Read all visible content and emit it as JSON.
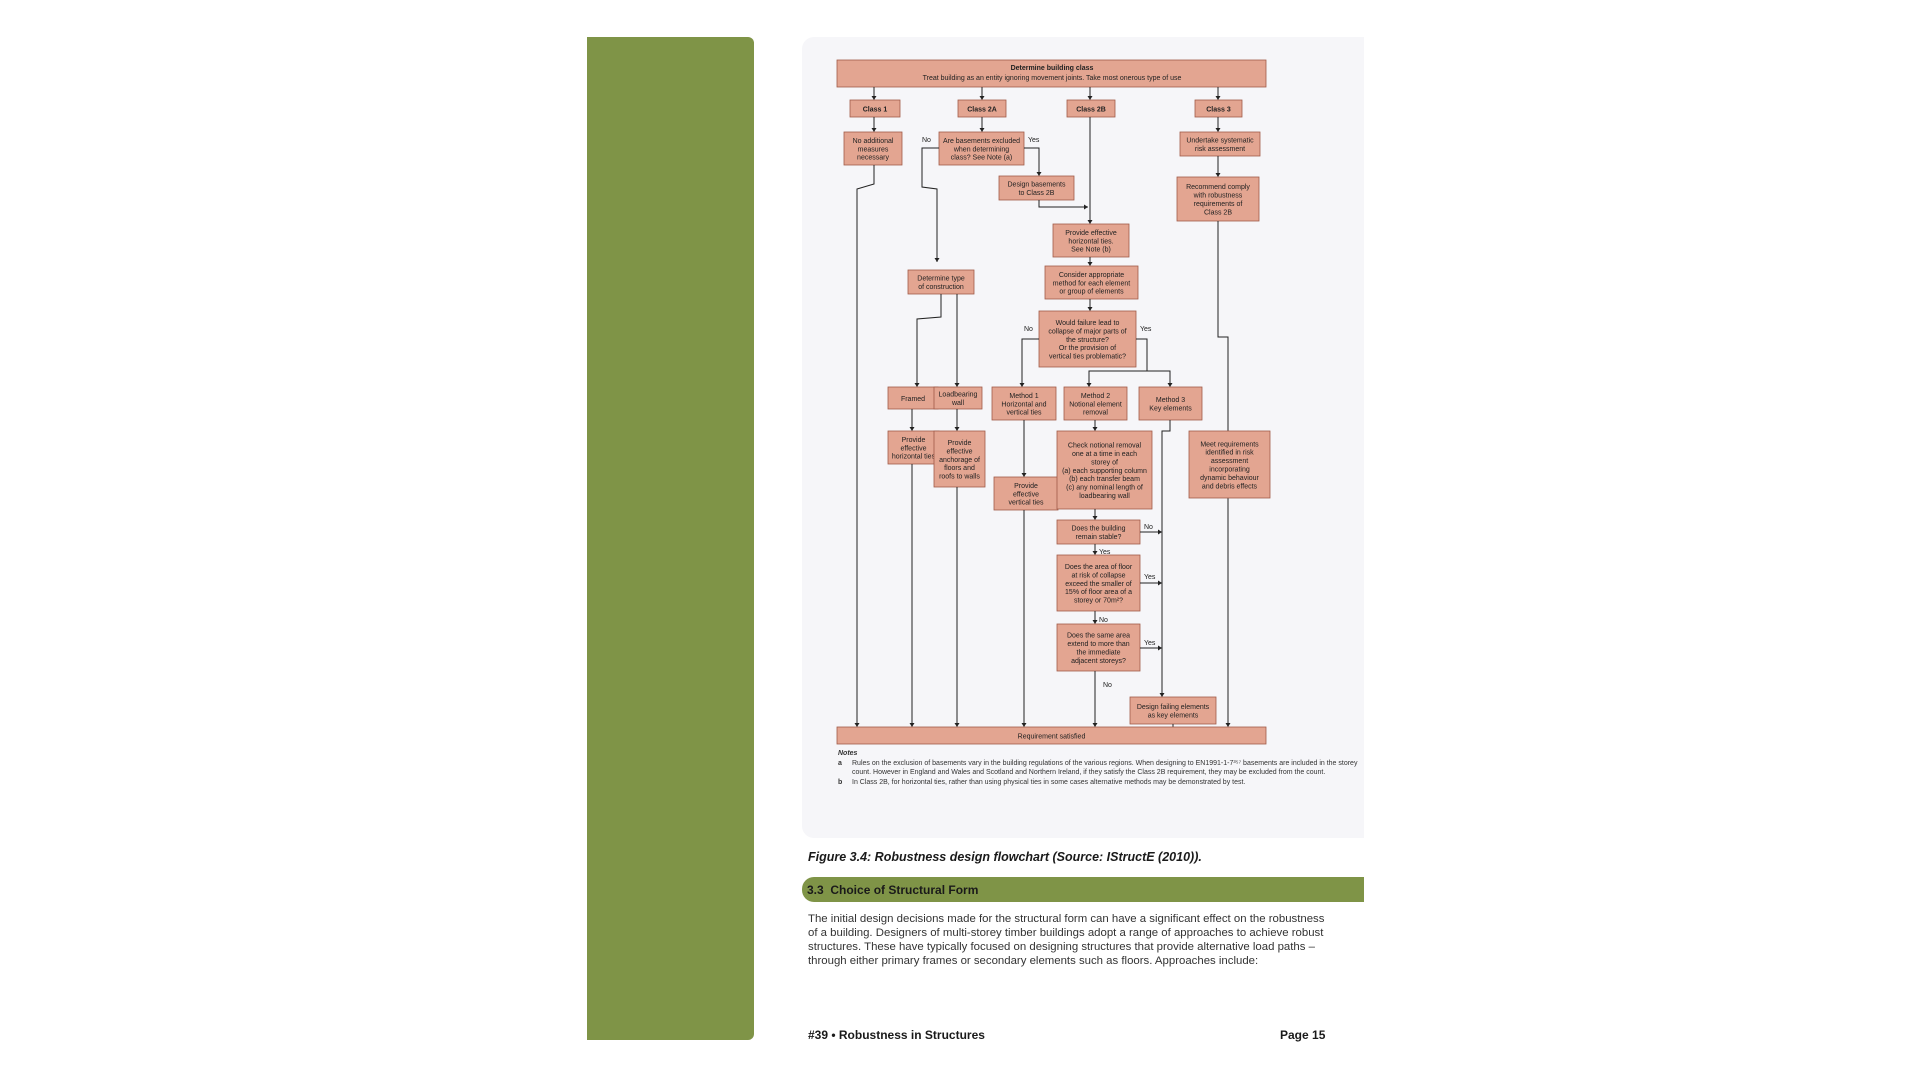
{
  "colors": {
    "green": "#7f9447",
    "box_fill": "#e3a591",
    "box_stroke": "#a05a48",
    "panel": "#f6f6f9"
  },
  "flowchart": {
    "top_title": "Determine building class",
    "top_sub": "Treat building as an entity ignoring movement joints. Take most onerous type of use",
    "class1": "Class 1",
    "class2a": "Class 2A",
    "class2b": "Class 2B",
    "class3": "Class 3",
    "no_measures": [
      "No additional",
      "measures",
      "necessary"
    ],
    "basements_q": [
      "Are basements excluded",
      "when determining",
      "class? See Note (a)"
    ],
    "risk_assess": [
      "Undertake systematic",
      "risk assessment"
    ],
    "design_basements": [
      "Design basements",
      "to Class 2B"
    ],
    "recommend": [
      "Recommend comply",
      "with robustness",
      "requirements of",
      "Class 2B"
    ],
    "horizontal_ties": [
      "Provide effective",
      "horizontal ties.",
      "See Note (b)"
    ],
    "consider_method": [
      "Consider appropriate",
      "method for each element",
      "or group of elements"
    ],
    "type_construction": [
      "Determine type",
      "of construction"
    ],
    "failure_q": [
      "Would failure lead to",
      "collapse of major parts of",
      "the structure?",
      "Or the provision of",
      "vertical ties problematic?"
    ],
    "framed": "Framed",
    "loadbearing": [
      "Loadbearing",
      "wall"
    ],
    "method1": [
      "Method 1",
      "Horizontal and",
      "vertical ties"
    ],
    "method2": [
      "Method 2",
      "Notional element",
      "removal"
    ],
    "method3": [
      "Method 3",
      "Key elements"
    ],
    "provide_h_ties": [
      "Provide",
      "effective",
      "horizontal ties"
    ],
    "provide_anchorage": [
      "Provide",
      "effective",
      "anchorage of",
      "floors and",
      "roofs to walls"
    ],
    "check_removal": [
      "Check notional removal",
      "one at a time in each",
      "storey of",
      "(a) each supporting column",
      "(b) each transfer beam",
      "(c) any nominal length of",
      "loadbearing wall"
    ],
    "meet_requirements": [
      "Meet requirements",
      "identified in risk",
      "assessment",
      "incorporating",
      "dynamic behaviour",
      "and debris effects"
    ],
    "provide_v_ties": [
      "Provide",
      "effective",
      "vertical ties"
    ],
    "stable_q": [
      "Does the building",
      "remain stable?"
    ],
    "area_q": [
      "Does the area of floor",
      "at risk of collapse",
      "exceed the smaller of",
      "15% of floor area of a",
      "storey or 70m²?"
    ],
    "extend_q": [
      "Does the same area",
      "extend to more than",
      "the immediate",
      "adjacent storeys?"
    ],
    "design_failing": [
      "Design failing elements",
      "as key elements"
    ],
    "requirement": "Requirement satisfied",
    "yes": "Yes",
    "no": "No"
  },
  "notes": {
    "heading": "Notes",
    "a_key": "a",
    "a_text": "Rules on the exclusion of basements vary in the building regulations of the various regions. When designing to EN1991-1-7³⁵⁷ basements are included in the storey count. However in England and Wales and Scotland and Northern Ireland, if they satisfy the Class 2B requirement, they may be excluded from the count.",
    "b_key": "b",
    "b_text": "In Class 2B, for horizontal ties, rather than using physical ties in some cases alternative methods may be demonstrated by test."
  },
  "caption": "Figure 3.4: Robustness design flowchart (Source: IStructE (2010)).",
  "section": {
    "number": "3.3",
    "title": "Choice of Structural Form"
  },
  "body": "The initial design decisions made for the structural form can have a significant effect on the robustness of a building. Designers of multi-storey timber buildings adopt a range of approaches to achieve robust structures. These have typically focused on designing structures that provide alternative load paths –through either primary frames or secondary elements such as floors. Approaches include:",
  "footer": {
    "left": "#39 • Robustness in Structures",
    "right": "Page 15"
  }
}
